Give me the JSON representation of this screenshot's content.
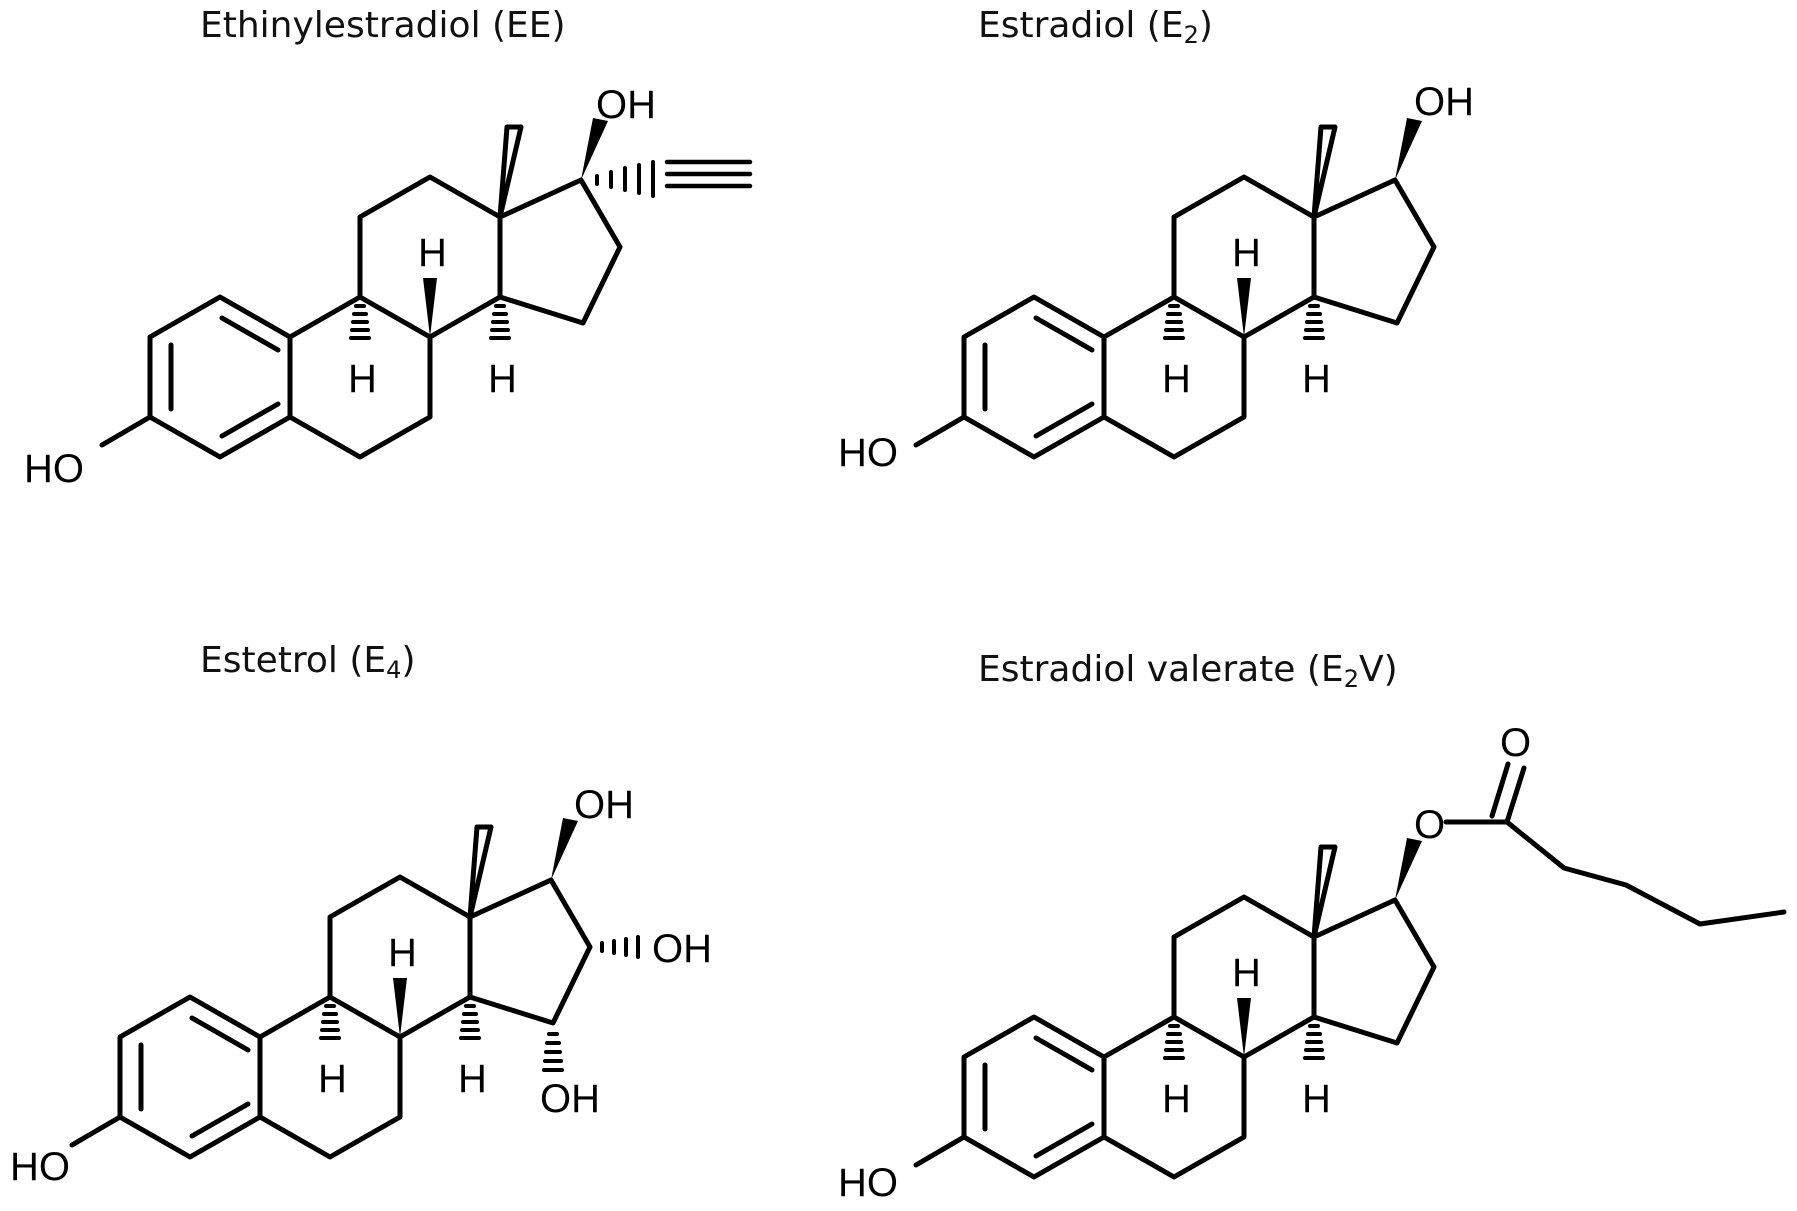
{
  "figure": {
    "panels": [
      {
        "id": "ee",
        "title_main": "Ethinylestradiol  (EE)",
        "title_sub": "",
        "title_end": "",
        "atoms": {
          "oh_top": "OH",
          "oh_left": "HO",
          "h_left": "H",
          "h_mid": "H",
          "h_right": "H"
        }
      },
      {
        "id": "e2",
        "title_main": "Estradiol (E",
        "title_sub": "2",
        "title_end": ")",
        "atoms": {
          "oh_top": "OH",
          "oh_left": "HO",
          "h_left": "H",
          "h_mid": "H",
          "h_right": "H"
        }
      },
      {
        "id": "e4",
        "title_main": "Estetrol (E",
        "title_sub": "4",
        "title_end": ")",
        "atoms": {
          "oh_top": "OH",
          "oh_left": "HO",
          "oh_mid": "OH",
          "oh_bottom": "OH",
          "h_left": "H",
          "h_mid": "H",
          "h_right": "H"
        }
      },
      {
        "id": "e2v",
        "title_main": "Estradiol valerate (E",
        "title_sub": "2",
        "title_end": "V)",
        "atoms": {
          "o_carbonyl": "O",
          "o_ester": "O",
          "oh_left": "HO",
          "h_left": "H",
          "h_mid": "H",
          "h_right": "H"
        }
      }
    ]
  }
}
